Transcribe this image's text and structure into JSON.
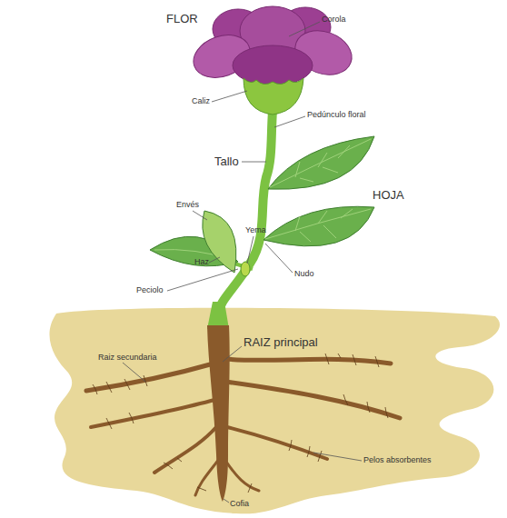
{
  "diagram": {
    "labels": [
      "FLOR",
      "Corola",
      "Caliz",
      "Pedúnculo floral",
      "Tallo",
      "HOJA",
      "Envés",
      "Yema",
      "Haz",
      "Nudo",
      "Peciolo",
      "RAIZ principal",
      "Raiz secundaria",
      "Pelos absorbentes",
      "Cofia"
    ]
  }
}
